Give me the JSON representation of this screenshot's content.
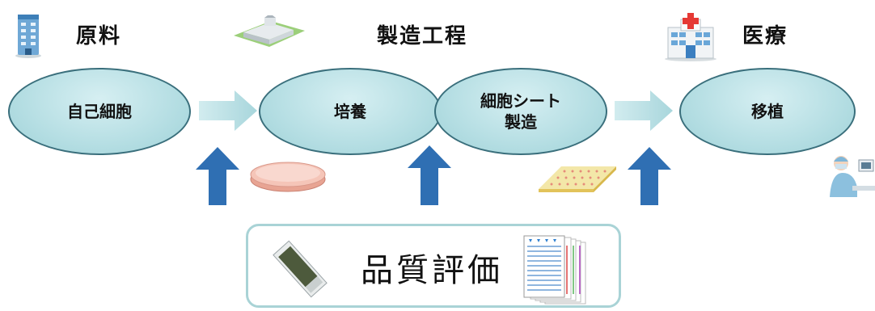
{
  "headers": {
    "raw_material": "原料",
    "manufacturing": "製造工程",
    "medical": "医療"
  },
  "nodes": {
    "autologous_cells": "自己細胞",
    "culture": "培養",
    "cell_sheet": "細胞シート\n製造",
    "transplant": "移植"
  },
  "quality": {
    "label": "品質評価"
  },
  "colors": {
    "node_fill": "#b5dee3",
    "node_border": "#3a6f7c",
    "right_arrow": "#bfe4e8",
    "up_arrow": "#2f6fb3",
    "quality_border": "#a9d3d6"
  },
  "icons": [
    "building-icon",
    "factory-icon",
    "hospital-icon",
    "petri-dish-icon",
    "cell-sheet-icon",
    "surgeon-icon",
    "sensor-chip-icon",
    "data-sheets-icon"
  ]
}
